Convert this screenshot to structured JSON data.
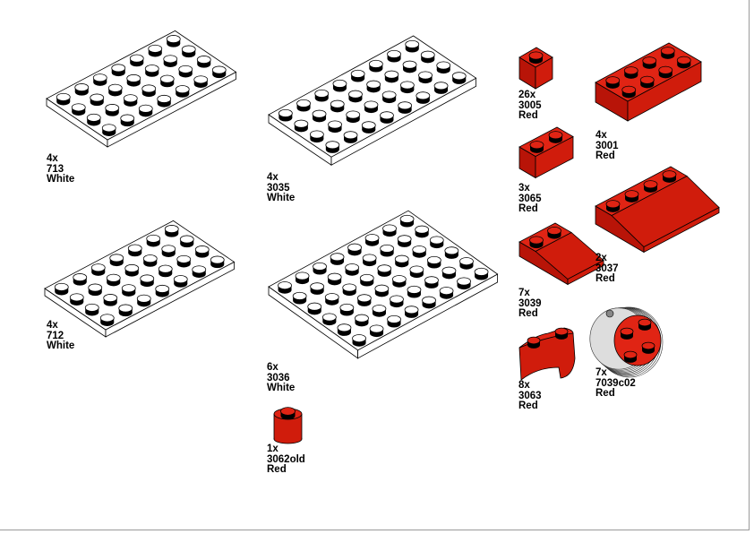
{
  "parts": [
    {
      "qty": "4x",
      "id": "713",
      "color": "White"
    },
    {
      "qty": "4x",
      "id": "3035",
      "color": "White"
    },
    {
      "qty": "4x",
      "id": "712",
      "color": "White"
    },
    {
      "qty": "6x",
      "id": "3036",
      "color": "White"
    },
    {
      "qty": "1x",
      "id": "3062old",
      "color": "Red"
    },
    {
      "qty": "26x",
      "id": "3005",
      "color": "Red"
    },
    {
      "qty": "4x",
      "id": "3001",
      "color": "Red"
    },
    {
      "qty": "3x",
      "id": "3065",
      "color": "Red"
    },
    {
      "qty": "2x",
      "id": "3037",
      "color": "Red"
    },
    {
      "qty": "7x",
      "id": "3039",
      "color": "Red"
    },
    {
      "qty": "7x",
      "id": "7039c02",
      "color": "Red"
    },
    {
      "qty": "8x",
      "id": "3063",
      "color": "Red"
    }
  ],
  "colors": {
    "red_top": "#e02414",
    "red_front": "#d01c0c",
    "red_side": "#b81408",
    "white": "#ffffff",
    "outline": "#000000"
  }
}
